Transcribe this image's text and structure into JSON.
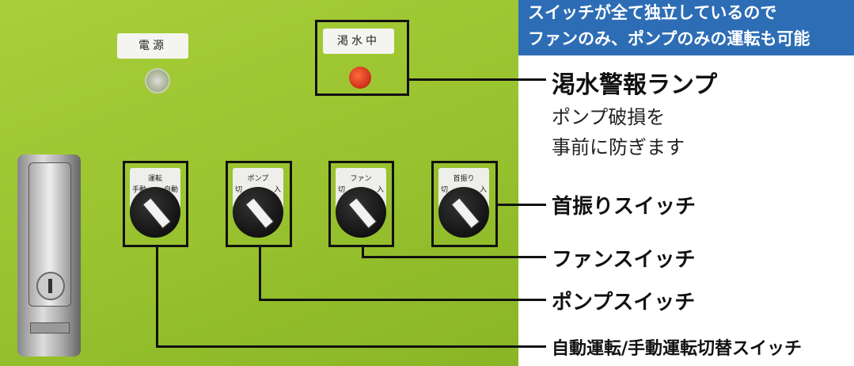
{
  "banner": {
    "line1": "スイッチが全て独立しているので",
    "line2": "ファンのみ、ポンプのみの運転も可能"
  },
  "panel": {
    "power_label": "電源",
    "drought_label": "渇水中",
    "switches": [
      {
        "title": "運転",
        "left": "手動",
        "right": "自動"
      },
      {
        "title": "ポンプ",
        "left": "切",
        "right": "入"
      },
      {
        "title": "ファン",
        "left": "切",
        "right": "入"
      },
      {
        "title": "首振り",
        "left": "切",
        "right": "入"
      }
    ]
  },
  "callouts": {
    "lamp": "渇水警報ランプ",
    "lamp_desc1": "ポンプ破損を",
    "lamp_desc2": "事前に防ぎます",
    "swing": "首振りスイッチ",
    "fan": "ファンスイッチ",
    "pump": "ポンプスイッチ",
    "mode": "自動運転/手動運転切替スイッチ"
  },
  "colors": {
    "panel": "#9cc431",
    "banner": "#2d6db5",
    "lamp": "#d8261c"
  }
}
